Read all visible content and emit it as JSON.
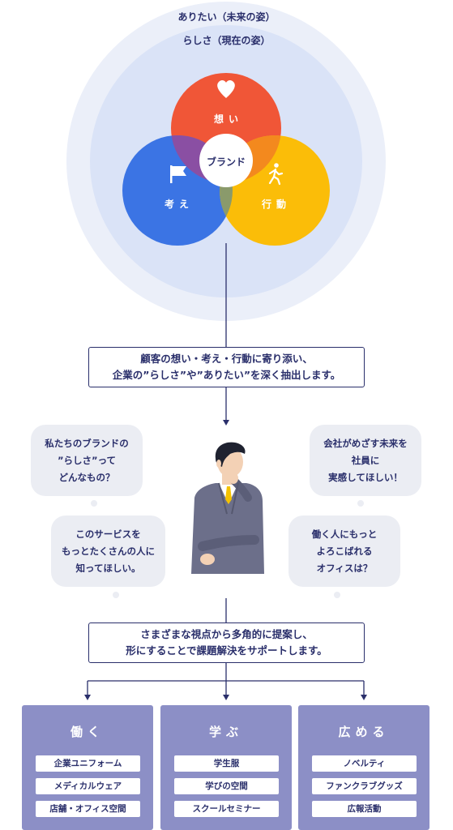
{
  "rings": {
    "outer_label": "ありたい（未来の姿）",
    "inner_label": "らしさ（現在の姿）"
  },
  "circles": {
    "top": {
      "label": "想い",
      "icon": "heart-icon",
      "color": "#f05637"
    },
    "left": {
      "label": "考え",
      "icon": "flag-icon",
      "color": "#3b74e4"
    },
    "right": {
      "label": "行動",
      "icon": "walking-person-icon",
      "color": "#fbbd08"
    },
    "center": {
      "label": "ブランド"
    }
  },
  "step1": {
    "lines": [
      "顧客の想い・考え・行動に寄り添い、",
      "企業の”らしさ”や”ありたい”を深く抽出します。"
    ]
  },
  "bubbles": {
    "top_left": [
      "私たちのブランドの",
      "”らしさ”って",
      "どんなもの？"
    ],
    "bottom_left": [
      "このサービスを",
      "もっとたくさんの人に",
      "知ってほしい。"
    ],
    "top_right": [
      "会社がめざす未来を",
      "社員に",
      "実感してほしい！"
    ],
    "bottom_right": [
      "働く人にもっと",
      "よろこばれる",
      "オフィスは？"
    ]
  },
  "step2": {
    "lines": [
      "さまざまな視点から多角的に提案し、",
      "形にすることで課題解決をサポートします。"
    ]
  },
  "cards": [
    {
      "title": "働く",
      "items": [
        "企業ユニフォーム",
        "メディカルウェア",
        "店舗・オフィス空間"
      ]
    },
    {
      "title": "学ぶ",
      "items": [
        "学生服",
        "学びの空間",
        "スクールセミナー"
      ]
    },
    {
      "title": "広める",
      "items": [
        "ノベルティ",
        "ファンクラブグッズ",
        "広報活動"
      ]
    }
  ],
  "colors": {
    "navy": "#2a2f6b",
    "ring_outer": "#ebeff9",
    "ring_inner": "#dae3f7",
    "card": "#8c8fc6",
    "bubble": "#ebedf3"
  }
}
